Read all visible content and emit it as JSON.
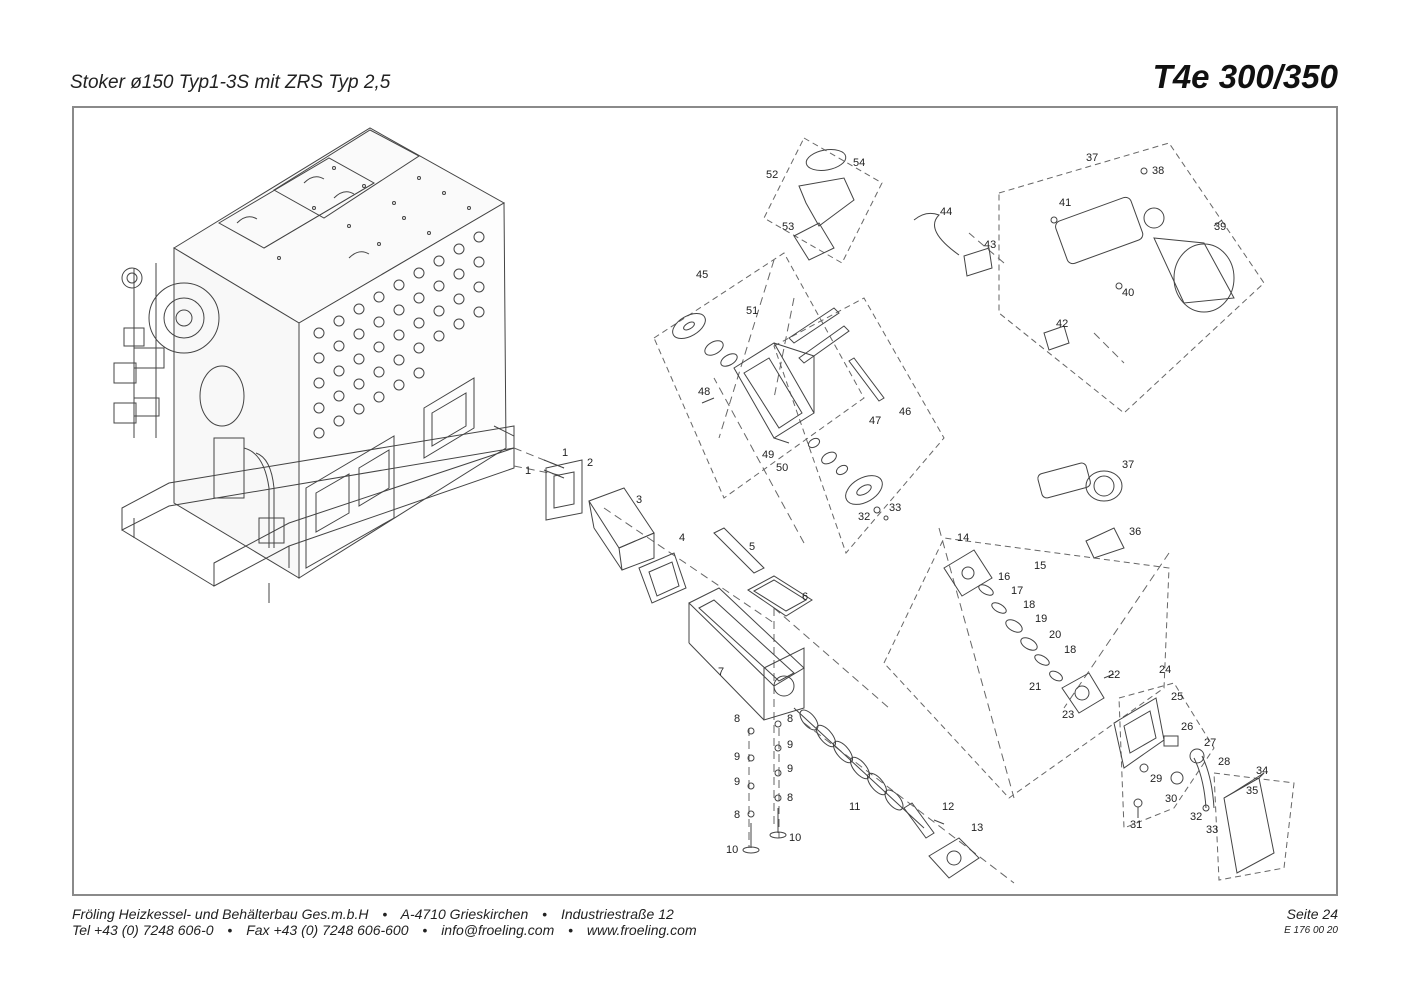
{
  "header": {
    "subtitle": "Stoker ø150 Typ1-3S mit ZRS Typ 2,5",
    "model": "T4e 300/350"
  },
  "footer": {
    "company": "Fröling Heizkessel- und Behälterbau Ges.m.b.H",
    "city": "A-4710 Grieskirchen",
    "street": "Industriestraße 12",
    "tel": "Tel +43 (0) 7248 606-0",
    "fax": "Fax +43 (0) 7248 606-600",
    "email": "info@froeling.com",
    "web": "www.froeling.com",
    "page": "Seite 24",
    "doc_code": "E 176 00 20",
    "bullet": "•"
  },
  "part_labels": [
    "1",
    "1",
    "2",
    "3",
    "4",
    "5",
    "6",
    "7",
    "8",
    "8",
    "9",
    "9",
    "9",
    "9",
    "8",
    "8",
    "10",
    "10",
    "11",
    "12",
    "13",
    "14",
    "15",
    "16",
    "17",
    "18",
    "19",
    "20",
    "18",
    "21",
    "22",
    "23",
    "24",
    "25",
    "26",
    "27",
    "28",
    "29",
    "30",
    "31",
    "32",
    "33",
    "34",
    "35",
    "36",
    "37",
    "37",
    "38",
    "39",
    "40",
    "41",
    "42",
    "43",
    "44",
    "45",
    "46",
    "47",
    "48",
    "49",
    "50",
    "51",
    "52",
    "53",
    "54",
    "32",
    "33"
  ]
}
